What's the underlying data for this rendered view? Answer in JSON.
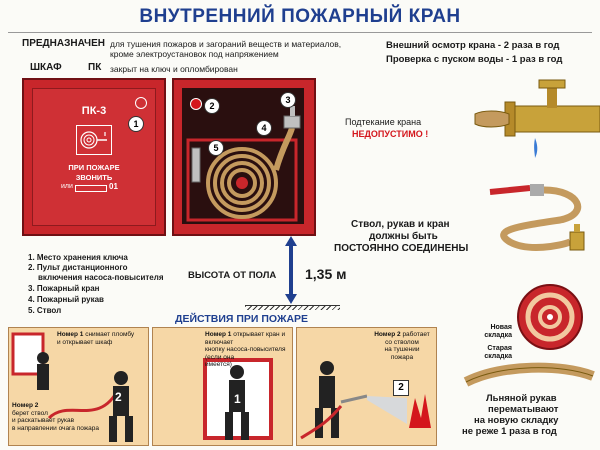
{
  "title": "ВНУТРЕННИЙ ПОЖАРНЫЙ КРАН",
  "purpose": {
    "label": "ПРЕДНАЗНАЧЕН",
    "line1": "для тушения пожаров и загораний веществ и материалов,",
    "line2": "кроме электроустановок под напряжением"
  },
  "cabinet_row": {
    "label_shkaf": "ШКАФ",
    "label_pk": "ПК",
    "text": "закрыт на ключ и опломбирован"
  },
  "inspection": {
    "line1": "Внешний осмотр крана - 2 раза в год",
    "line2": "Проверка с пуском воды - 1 раз в год"
  },
  "cabinet_closed": {
    "code": "ПК-3",
    "call_line1": "ПРИ ПОЖАРЕ",
    "call_line2": "ЗВОНИТЬ",
    "call_or": "или",
    "call_num": "01",
    "marker": "1"
  },
  "cabinet_open": {
    "markers": [
      "2",
      "3",
      "4",
      "5"
    ]
  },
  "legend": [
    "1. Место хранения ключа",
    "2. Пульт дистанционного",
    "включения насоса-повысителя",
    "3. Пожарный кран",
    "4. Пожарный рукав",
    "5. Ствол"
  ],
  "height": {
    "label": "ВЫСОТА ОТ ПОЛА",
    "value": "1,35 м"
  },
  "leak": {
    "line1": "Подтекание крана",
    "line2": "НЕДОПУСТИМО !"
  },
  "connection": {
    "line1": "Ствол, рукав и кран",
    "line2": "должны быть",
    "line3": "ПОСТОЯННО СОЕДИНЕНЫ"
  },
  "actions": {
    "title": "ДЕЙСТВИЯ ПРИ ПОЖАРЕ",
    "panel1": {
      "cap1_a": "Номер 1",
      "cap1_b": "снимает пломбу",
      "cap1_c": "и открывает шкаф",
      "cap2_a": "Номер 2",
      "cap2_b": "берет ствол",
      "cap2_c": "и раскатывает рукав",
      "cap2_d": "в направлении очага пожара",
      "marker": "2"
    },
    "panel2": {
      "cap_a": "Номер 1",
      "cap_b": "открывает кран",
      "cap_c": "и включает",
      "cap_d": "кнопку насоса-повысителя",
      "cap_e": "(если она",
      "cap_f": "имеется)",
      "marker": "1"
    },
    "panel3": {
      "cap_a": "Номер 2",
      "cap_b": "работает",
      "cap_c": "со стволом",
      "cap_d": "на тушении",
      "cap_e": "пожара",
      "marker": "2"
    }
  },
  "reroll": {
    "new_fold": "Новая",
    "new_fold2": "складка",
    "old_fold": "Старая",
    "old_fold2": "складка",
    "line1": "Льняной рукав",
    "line2": "перематывают",
    "line3": "на новую складку",
    "line4": "не реже 1 раза в год"
  },
  "colors": {
    "title_blue": "#1f3f8f",
    "accent_red": "#d4161c",
    "cabinet_red": "#c8262b",
    "hose_tan": "#c49a5e",
    "brass": "#c8a23a",
    "panel_bg": "#f6d7a6"
  }
}
